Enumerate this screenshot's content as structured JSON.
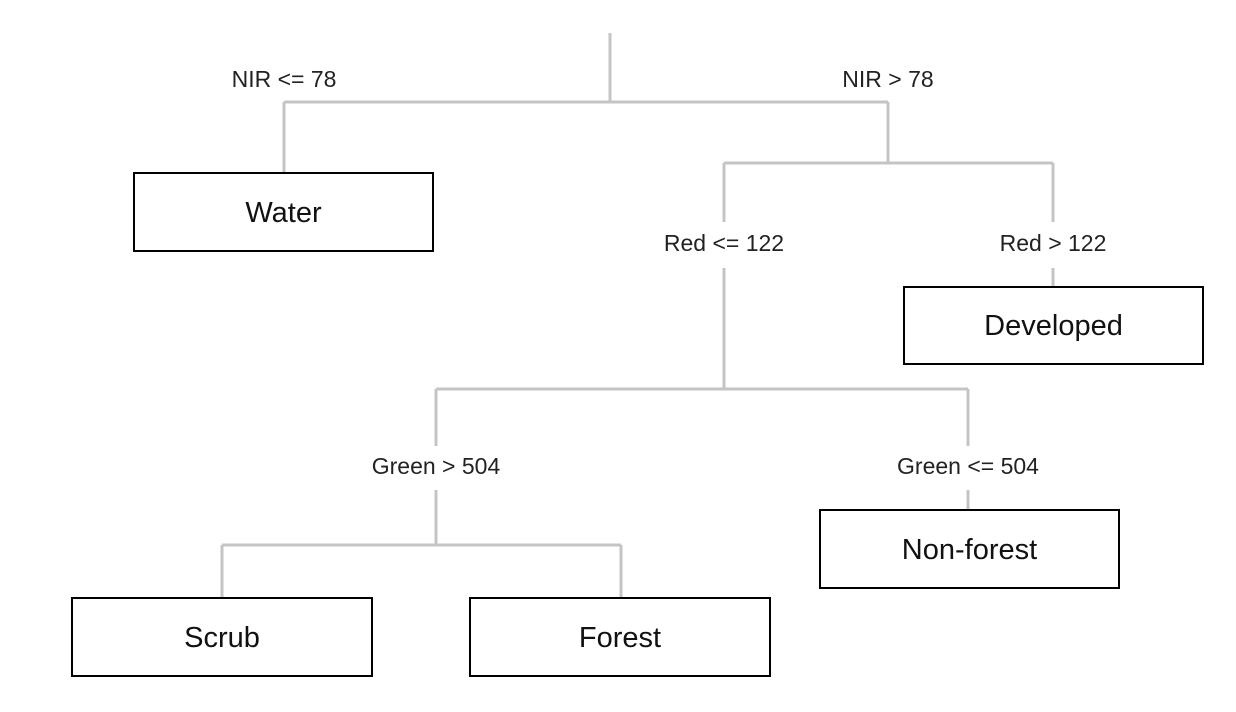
{
  "tree": {
    "splits": {
      "nir_left": "NIR <= 78",
      "nir_right": "NIR > 78",
      "red_left": "Red <= 122",
      "red_right": "Red > 122",
      "green_left": "Green > 504",
      "green_right": "Green <= 504"
    },
    "leaves": {
      "water": "Water",
      "developed": "Developed",
      "non_forest": "Non-forest",
      "scrub": "Scrub",
      "forest": "Forest"
    }
  },
  "colors": {
    "edge": "#c4c4c4",
    "box_border": "#000000",
    "text": "#222222"
  }
}
